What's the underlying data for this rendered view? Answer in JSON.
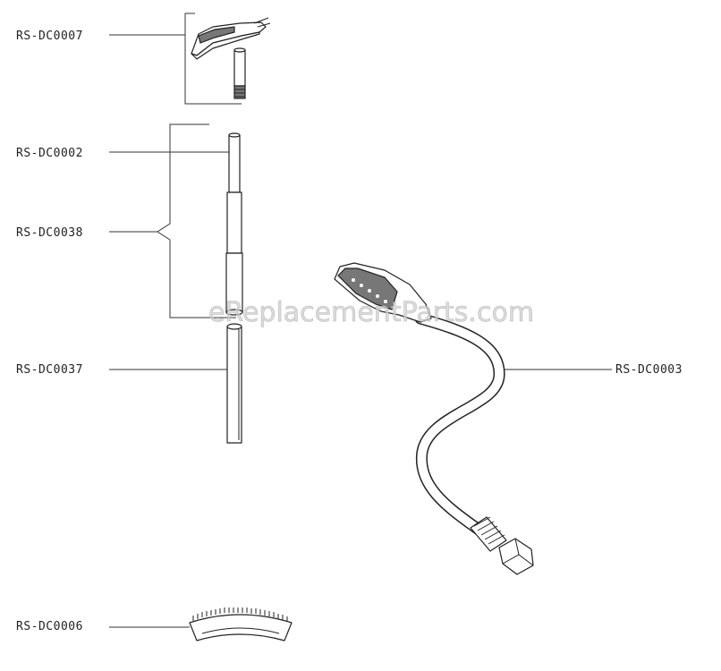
{
  "watermark": "eReplacementParts.com",
  "parts": {
    "dc0007": "RS-DC0007",
    "dc0002": "RS-DC0002",
    "dc0038": "RS-DC0038",
    "dc0037": "RS-DC0037",
    "dc0003": "RS-DC0003",
    "dc0006": "RS-DC0006"
  }
}
